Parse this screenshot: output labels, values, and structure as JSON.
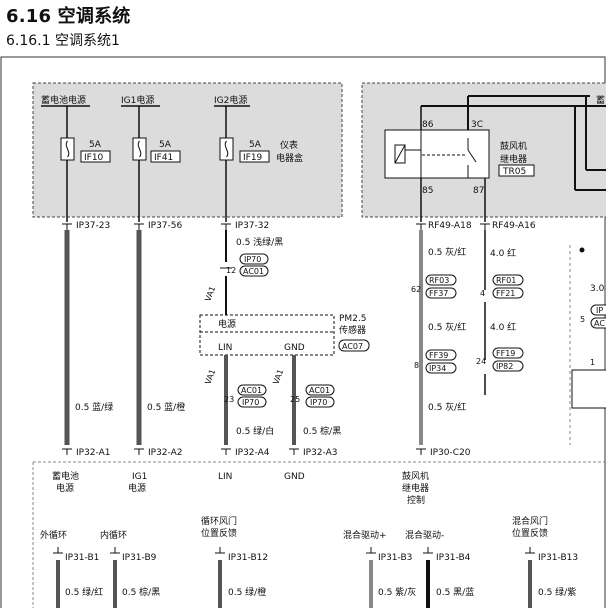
{
  "header": {
    "title": "6.16 空调系统",
    "subtitle": "6.16.1 空调系统1"
  },
  "labels": {
    "src_battery": "蓄电池电源",
    "src_ig1": "IG1电源",
    "src_ig2": "IG2电源",
    "src_right_partial": "蓄",
    "fuse_rating": "5A",
    "fuse_if10": "IF10",
    "fuse_if41": "IF41",
    "fuse_if19": "IF19",
    "box_line1": "仪表",
    "box_line2": "电器盒",
    "relay_pin86": "86",
    "relay_pin30": "3C",
    "relay_pin85": "85",
    "relay_pin87": "87",
    "relay_name1": "鼓风机",
    "relay_name2": "继电器",
    "relay_id": "TR05",
    "pin_ip37_23": "IP37-23",
    "pin_ip37_56": "IP37-56",
    "pin_ip37_32": "IP37-32",
    "pin_rf49_a18": "RF49-A18",
    "pin_rf49_a16": "RF49-A16",
    "wire_lightgreen_black": "0.5 浅绿/黑",
    "conn_12": "12",
    "conn_ip70": "IP70",
    "conn_ac01": "AC01",
    "pm_power": "电源",
    "pm_lin": "LIN",
    "pm_gnd": "GND",
    "pm_name1": "PM2.5",
    "pm_name2": "传感器",
    "pm_id": "AC07",
    "conn_23": "23",
    "conn_25": "25",
    "wire_green_white": "0.5 绿/白",
    "wire_brown_black": "0.5 棕/黑",
    "wire_blue_green": "0.5 蓝/绿",
    "wire_blue_orange": "0.5 蓝/橙",
    "wire_gray_red_1": "0.5 灰/红",
    "wire_gray_red_2": "0.5 灰/红",
    "wire_gray_red_3": "0.5 灰/红",
    "wire_red_1": "4.0 红",
    "wire_red_2": "4.0 红",
    "conn_62": "62",
    "conn_rf03": "RF03",
    "conn_ff37": "FF37",
    "conn_4": "4",
    "conn_rf01": "RF01",
    "conn_ff21": "FF21",
    "conn_8": "8",
    "conn_ff39": "FF39",
    "conn_ip34": "IP34",
    "conn_24": "24",
    "conn_ff19": "FF19",
    "conn_ip82": "IP82",
    "right_3_0": "3.0",
    "right_5": "5",
    "right_ip": "IP",
    "right_ac": "AC",
    "right_1": "1",
    "va1": "VA1",
    "pin_ip32_a1": "IP32-A1",
    "pin_ip32_a2": "IP32-A2",
    "pin_ip32_a4": "IP32-A4",
    "pin_ip32_a3": "IP32-A3",
    "pin_ip30_c20": "IP30-C20",
    "out_battery1": "蓄电池",
    "out_battery2": "电源",
    "out_ig1_1": "IG1",
    "out_ig1_2": "电源",
    "out_lin": "LIN",
    "out_gnd": "GND",
    "out_blower1": "鼓风机",
    "out_blower2": "继电器",
    "out_blower3": "控制",
    "b_outer": "外循环",
    "b_inner": "内循环",
    "b_recirc1": "循环风门",
    "b_recirc2": "位置反馈",
    "b_mix_plus": "混合驱动+",
    "b_mix_minus": "混合驱动-",
    "b_mixdoor1": "混合风门",
    "b_mixdoor2": "位置反馈",
    "pin_ip31_b1": "IP31-B1",
    "pin_ip31_b9": "IP31-B9",
    "pin_ip31_b12": "IP31-B12",
    "pin_ip31_b3": "IP31-B3",
    "pin_ip31_b4": "IP31-B4",
    "pin_ip31_b13": "IP31-B13",
    "w_green_red": "0.5 绿/红",
    "w_brown_black": "0.5 棕/黑",
    "w_green_orange": "0.5 绿/橙",
    "w_purple_gray": "0.5 紫/灰",
    "w_black_blue": "0.5 黑/蓝",
    "w_green_purple": "0.5 绿/紫"
  }
}
